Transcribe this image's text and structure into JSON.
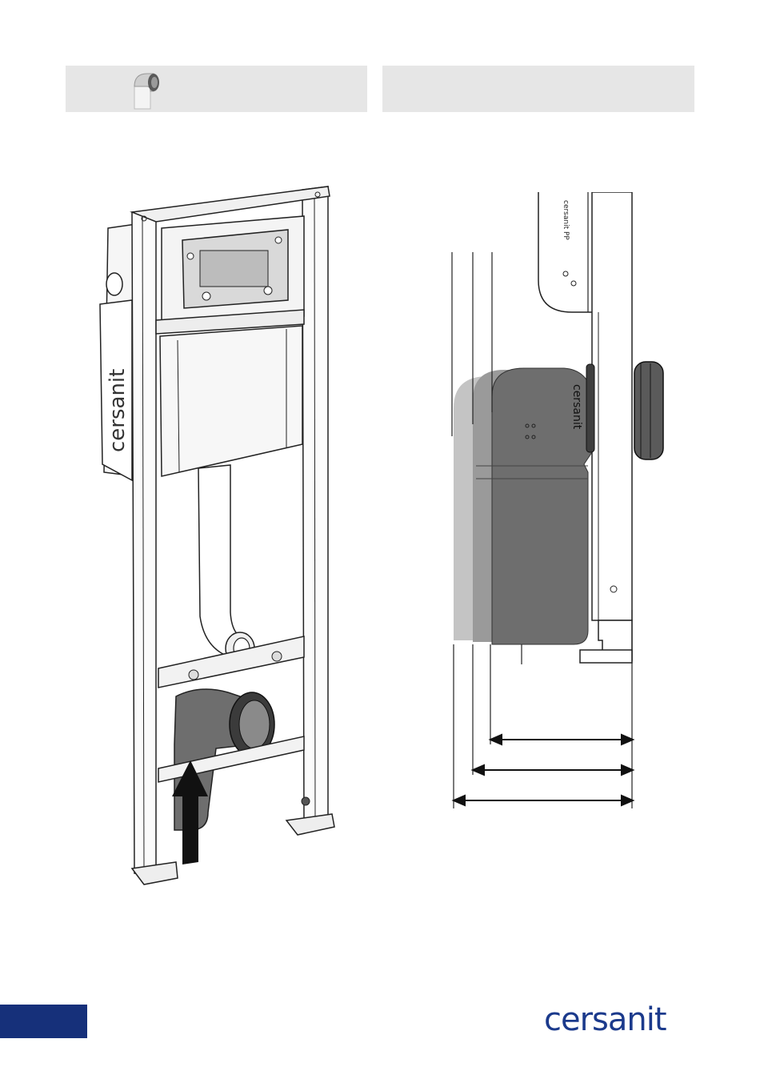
{
  "illustration_left": {
    "frame_brand_text": "cersanit"
  },
  "illustration_right": {
    "cistern_label": "cersanit PP",
    "elbow_label": "cersanit"
  },
  "footer": {
    "logo_text": "cersanit"
  },
  "colors": {
    "header_box": "#e6e6e6",
    "page_tab": "#16307a",
    "brand_blue": "#1b3a8c",
    "pipe_dark": "#6e6e6e",
    "pipe_mid": "#9a9a9a",
    "pipe_light": "#c4c4c4"
  },
  "icons": [
    "elbow-pipe-icon",
    "arrow-up-icon",
    "dimension-arrow-icon"
  ]
}
